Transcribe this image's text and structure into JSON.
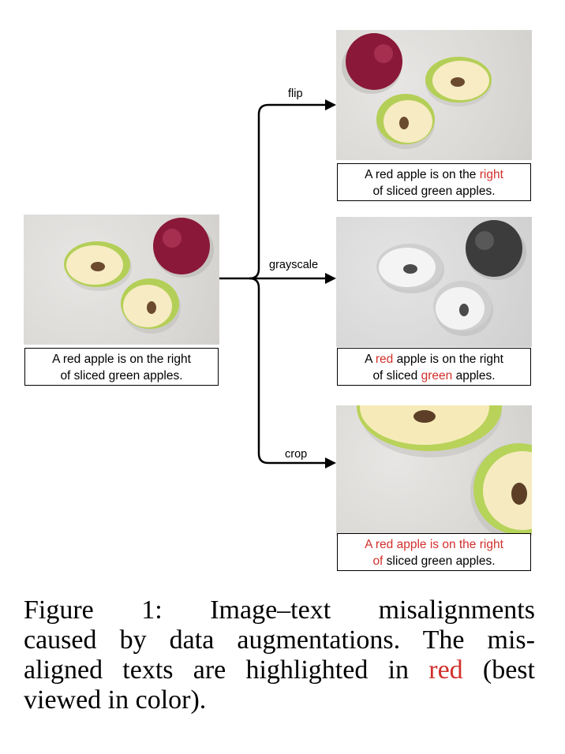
{
  "original": {
    "caption_line1": "A red apple is on the right",
    "caption_line2": "of sliced green apples."
  },
  "branches": [
    {
      "label": "flip",
      "caption_line1_a": "A red apple is on the ",
      "caption_line1_red": "right",
      "caption_line2_red": "",
      "caption_line2_b": "of sliced green apples."
    },
    {
      "label": "grayscale",
      "caption_line1_a": "A ",
      "caption_line1_red": "red",
      "caption_line1_b": " apple is on the right",
      "caption_line2_a": "of sliced ",
      "caption_line2_red": "green",
      "caption_line2_b": " apples."
    },
    {
      "label": "crop",
      "caption_line1_red": "A red apple is on the right",
      "caption_line2_red": "of",
      "caption_line2_b": " sliced green apples."
    }
  ],
  "figure_caption": {
    "line1": "Figure 1:  Image–text misalignments",
    "line2": "caused by data augmentations. The mis-",
    "line3_a": "aligned texts are highlighted in ",
    "line3_red": "red",
    "line3_b": " (best",
    "line4": "viewed in color)."
  },
  "colors": {
    "highlight": "#d2302b",
    "arrow": "#000000"
  }
}
